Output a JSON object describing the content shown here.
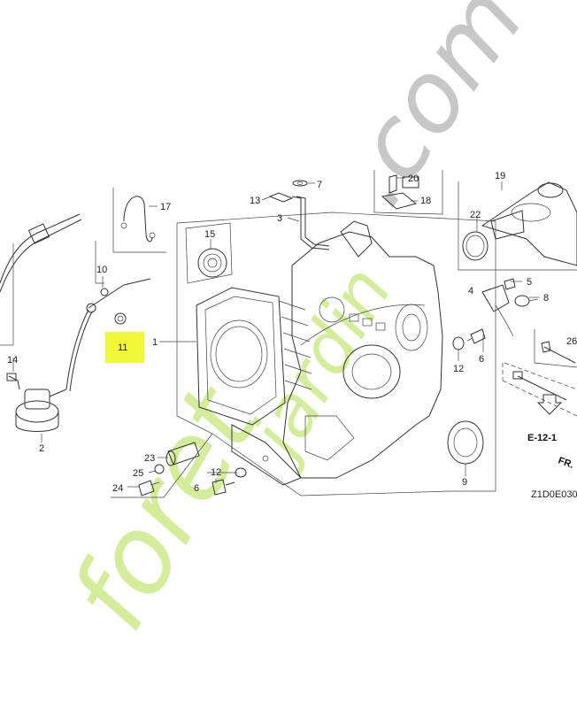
{
  "callouts": {
    "c1": "1",
    "c2": "2",
    "c3": "3",
    "c4": "4",
    "c5": "5",
    "c6a": "6",
    "c6b": "6",
    "c7": "7",
    "c8": "8",
    "c9": "9",
    "c10": "10",
    "c11": "11",
    "c12a": "12",
    "c12b": "12",
    "c13": "13",
    "c14": "14",
    "c15": "15",
    "c17": "17",
    "c18": "18",
    "c19": "19",
    "c20": "20",
    "c22": "22",
    "c23": "23",
    "c24": "24",
    "c25": "25",
    "c26": "26"
  },
  "ref_label": "E-12-1",
  "front_label": "FR.",
  "figure_code": "Z1D0E030",
  "watermark": {
    "prefix": "foret",
    "middle": "jardin",
    "suffix": ".com"
  },
  "highlight_color": "#f3f73a"
}
